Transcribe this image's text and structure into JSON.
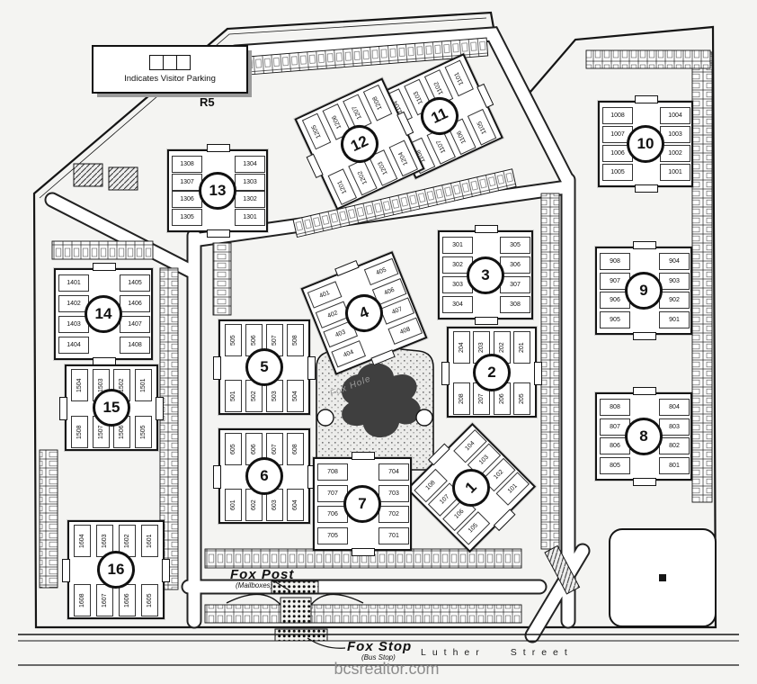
{
  "legend": {
    "label": "Indicates Visitor Parking",
    "zone_label": "R5"
  },
  "landmarks": {
    "mail": {
      "name": "Fox Post",
      "sub": "(Mailboxes)"
    },
    "bus": {
      "name": "Fox Stop",
      "sub": "(Bus Stop)"
    },
    "pool": {
      "name": "Fox Hole"
    }
  },
  "street": {
    "word1": "Luther",
    "word2": "Street"
  },
  "watermark": "bcsrealtor.com",
  "colors": {
    "ink": "#151515",
    "paper": "#f4f4f2",
    "watermark": "#8d8d8d",
    "pool": "#3f3f3f"
  },
  "buildings": [
    {
      "number": "1",
      "orientation": "lr",
      "units_a": [
        "108",
        "107",
        "106",
        "105"
      ],
      "units_b": [
        "104",
        "103",
        "102",
        "101"
      ]
    },
    {
      "number": "2",
      "orientation": "tb",
      "units_a": [
        "204",
        "203",
        "202",
        "201"
      ],
      "units_b": [
        "208",
        "207",
        "206",
        "205"
      ]
    },
    {
      "number": "3",
      "orientation": "lr",
      "units_a": [
        "301",
        "302",
        "303",
        "304"
      ],
      "units_b": [
        "305",
        "306",
        "307",
        "308"
      ]
    },
    {
      "number": "4",
      "orientation": "lr",
      "units_a": [
        "401",
        "402",
        "403",
        "404"
      ],
      "units_b": [
        "405",
        "406",
        "407",
        "408"
      ]
    },
    {
      "number": "5",
      "orientation": "tb",
      "units_a": [
        "505",
        "506",
        "507",
        "508"
      ],
      "units_b": [
        "501",
        "502",
        "503",
        "504"
      ]
    },
    {
      "number": "6",
      "orientation": "tb",
      "units_a": [
        "605",
        "606",
        "607",
        "608"
      ],
      "units_b": [
        "601",
        "602",
        "603",
        "604"
      ]
    },
    {
      "number": "7",
      "orientation": "lr",
      "units_a": [
        "708",
        "707",
        "706",
        "705"
      ],
      "units_b": [
        "704",
        "703",
        "702",
        "701"
      ]
    },
    {
      "number": "8",
      "orientation": "lr",
      "units_a": [
        "808",
        "807",
        "806",
        "805"
      ],
      "units_b": [
        "804",
        "803",
        "802",
        "801"
      ]
    },
    {
      "number": "9",
      "orientation": "lr",
      "units_a": [
        "908",
        "907",
        "906",
        "905"
      ],
      "units_b": [
        "904",
        "903",
        "902",
        "901"
      ]
    },
    {
      "number": "10",
      "orientation": "lr",
      "units_a": [
        "1008",
        "1007",
        "1006",
        "1005"
      ],
      "units_b": [
        "1004",
        "1003",
        "1002",
        "1001"
      ]
    },
    {
      "number": "11",
      "orientation": "tb",
      "units_a": [
        "1104",
        "1103",
        "1102",
        "1101"
      ],
      "units_b": [
        "1108",
        "1107",
        "1106",
        "1105"
      ]
    },
    {
      "number": "12",
      "orientation": "tb",
      "units_a": [
        "1205",
        "1206",
        "1207",
        "1208"
      ],
      "units_b": [
        "1201",
        "1202",
        "1203",
        "1204"
      ]
    },
    {
      "number": "13",
      "orientation": "lr",
      "units_a": [
        "1308",
        "1307",
        "1306",
        "1305"
      ],
      "units_b": [
        "1304",
        "1303",
        "1302",
        "1301"
      ]
    },
    {
      "number": "14",
      "orientation": "lr",
      "units_a": [
        "1401",
        "1402",
        "1403",
        "1404"
      ],
      "units_b": [
        "1405",
        "1406",
        "1407",
        "1408"
      ]
    },
    {
      "number": "15",
      "orientation": "tb",
      "units_a": [
        "1504",
        "1503",
        "1502",
        "1501"
      ],
      "units_b": [
        "1508",
        "1507",
        "1506",
        "1505"
      ]
    },
    {
      "number": "16",
      "orientation": "tb",
      "units_a": [
        "1604",
        "1603",
        "1602",
        "1601"
      ],
      "units_b": [
        "1608",
        "1607",
        "1606",
        "1605"
      ]
    }
  ]
}
